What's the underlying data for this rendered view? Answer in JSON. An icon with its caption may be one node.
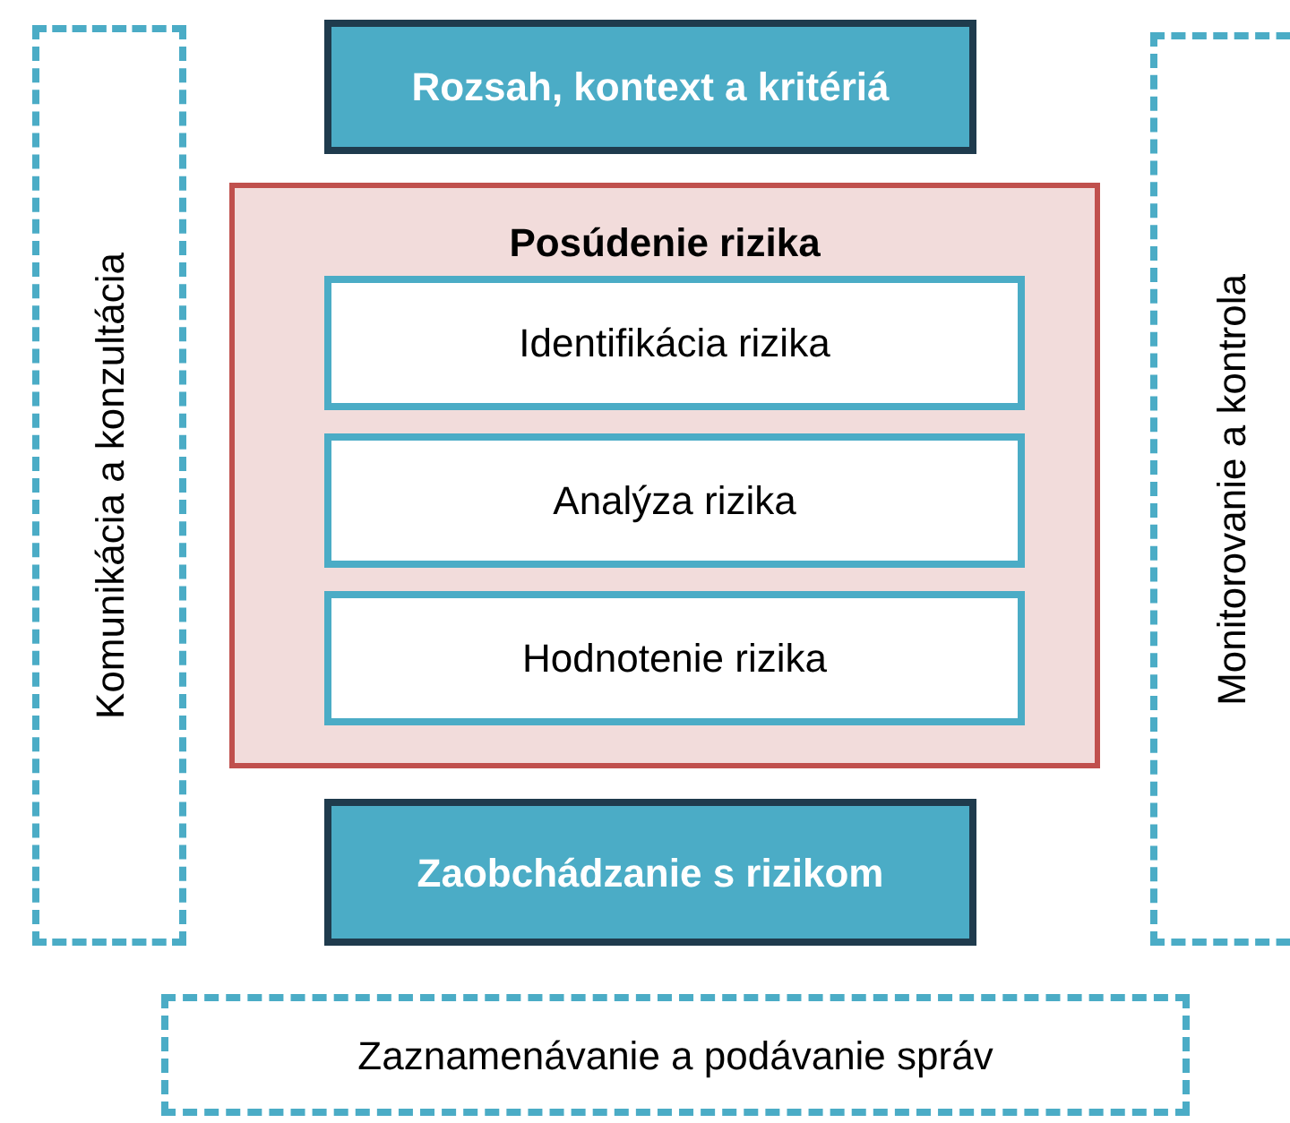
{
  "diagram": {
    "nodes": [
      {
        "text": [
          "Komunikácia a konzultácia"
        ]
      },
      {
        "text": [
          "Rozsah, kontext a kritériá"
        ]
      },
      {
        "text": [
          "Monitorovanie a kontrola"
        ]
      },
      {
        "text": [
          "Posúdenie rizika"
        ]
      },
      {
        "text": [
          "Identifikácia rizika"
        ],
        "in": 3
      },
      {
        "text": [
          "Analýza rizika"
        ],
        "in": 3
      },
      {
        "text": [
          "Hodnotenie rizika"
        ],
        "in": 3
      },
      {
        "text": [
          "Zaobchádzanie s rizikom"
        ]
      },
      {
        "text": [
          "Zaznamenávanie a podávanie správ"
        ]
      }
    ]
  }
}
